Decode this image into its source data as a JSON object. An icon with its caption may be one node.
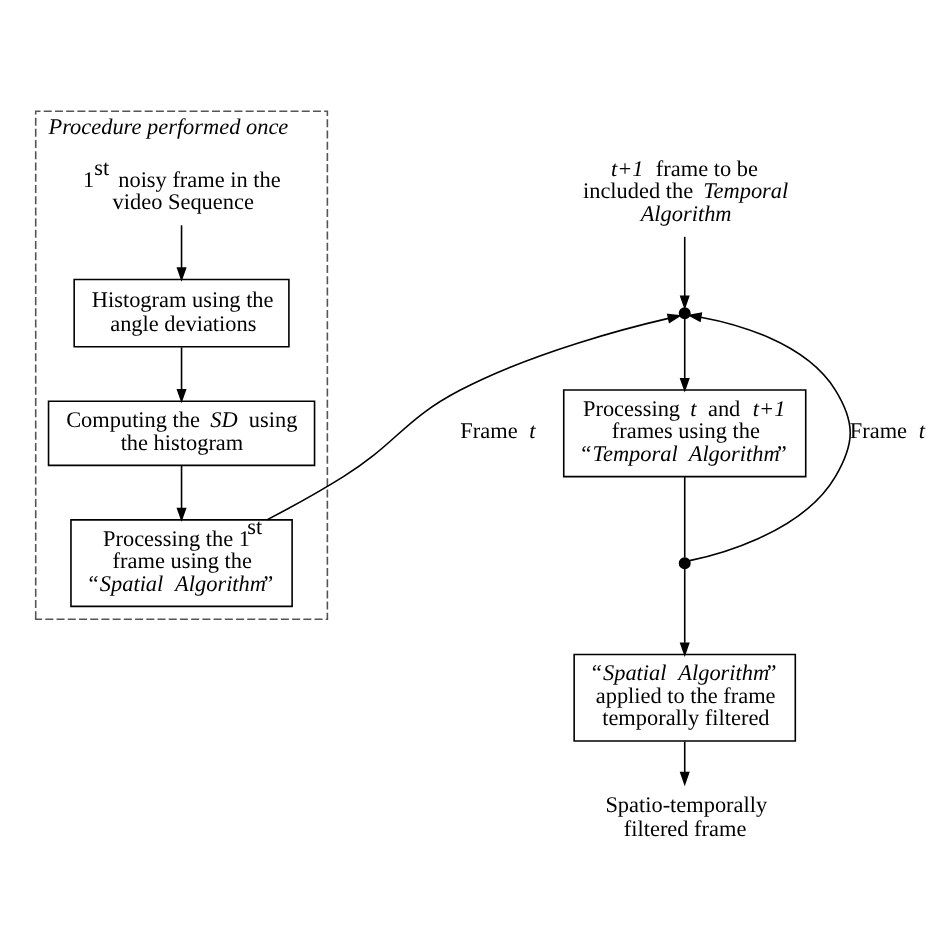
{
  "diagram": {
    "nodes": [
      {
        "text": [
          "Procedure performed once"
        ]
      },
      {
        "text": [
          "1$^{st}$ noisy frame in the video Sequence"
        ],
        "in": 0
      },
      {
        "text": [
          "Histogram using the angle deviations"
        ],
        "in": 0
      },
      {
        "text": [
          "Computing the *SD* using the histogram"
        ],
        "in": 0
      },
      {
        "text": [
          "Processing the 1$^{st}$ frame using the “*Spatial Algorithm*”"
        ],
        "in": 0
      },
      {
        "text": [
          "*t+1* frame to be included the *Temporal Algorithm*"
        ]
      },
      {
        "text": [],
        "shape": "circle"
      },
      {
        "text": [
          "Processing *t* and *t+1* frames using the “*Temporal Algorithm*”"
        ]
      },
      {
        "text": [],
        "shape": "circle"
      },
      {
        "text": [
          "“*Spatial Algorithm*” applied to the frame temporally filtered"
        ]
      },
      {
        "text": [
          "Spatio-temporally filtered frame"
        ]
      }
    ],
    "edges": [
      {
        "from": 1,
        "to": 2,
        "arrow": "to"
      },
      {
        "from": 2,
        "to": 3,
        "arrow": "to"
      },
      {
        "from": 3,
        "to": 4,
        "arrow": "to"
      },
      {
        "from": 4,
        "to": 6,
        "arrow": "to",
        "label": "Frame *t*"
      },
      {
        "from": 5,
        "to": 6,
        "arrow": "to"
      },
      {
        "from": 6,
        "to": 7,
        "arrow": "to"
      },
      {
        "from": 7,
        "to": 8,
        "arrow": "none"
      },
      {
        "from": 8,
        "to": 9,
        "arrow": "to"
      },
      {
        "from": 8,
        "to": 6,
        "arrow": "to",
        "label": "Frame *t*"
      },
      {
        "from": 9,
        "to": 10,
        "arrow": "to"
      }
    ]
  }
}
